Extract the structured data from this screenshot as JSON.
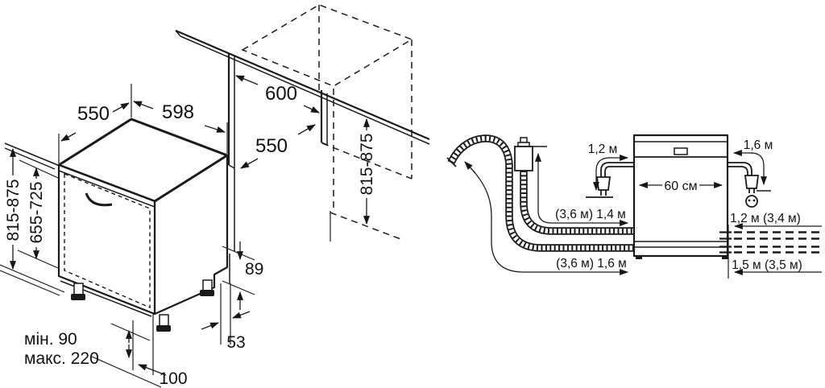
{
  "colors": {
    "line": "#1a1a1a",
    "background": "#ffffff"
  },
  "left": {
    "top_depth": "550",
    "top_width": "598",
    "niche_width": "600",
    "niche_depth": "550",
    "niche_height": "815-875",
    "unit_height": "815-875",
    "front_panel_height": "655-725",
    "plinth_height": "89",
    "feet_min": "мін. 90",
    "feet_max": "макс. 220",
    "foot_inset": "100",
    "rear_offset": "53"
  },
  "right": {
    "cord_left": "1,2 м",
    "cord_right": "1,6 м",
    "unit_width": "60 см",
    "inlet_hose": "(3,6 м) 1,4 м",
    "inlet_extended": "1,2 м (3,4 м)",
    "drain_hose": "(3,6 м) 1,6 м",
    "drain_extended": "1,5 м (3,5 м)"
  }
}
